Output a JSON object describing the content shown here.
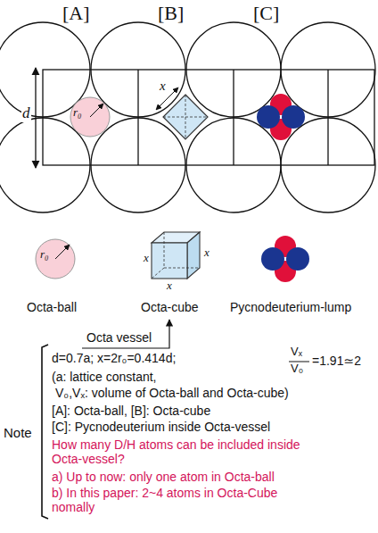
{
  "diagram": {
    "labels": [
      "[A]",
      "[B]",
      "[C]",
      "d",
      "r₀",
      "x",
      "x",
      "x",
      "x",
      "r₀",
      "Octa-ball",
      "Octa-cube",
      "Pycnodeuterium-lump",
      "Octa vessel",
      "Note",
      "d=0.7a; x=2r₀=0.414d;",
      "Vₓ",
      "V₀",
      "=1.91≃2",
      "(a: lattice constant,",
      "V₀,Vₓ: volume of Octa-ball and Octa-cube)",
      "[A]: Octa-ball, [B]: Octa-cube",
      "[C]: Pycnodeuterium inside Octa-vessel",
      "How many D/H atoms can be included inside Octa-vessel?",
      "a) Up to now: only one atom in Octa-ball",
      "b) In this paper: 2~4 atoms in Octa-Cube nomally"
    ]
  }
}
